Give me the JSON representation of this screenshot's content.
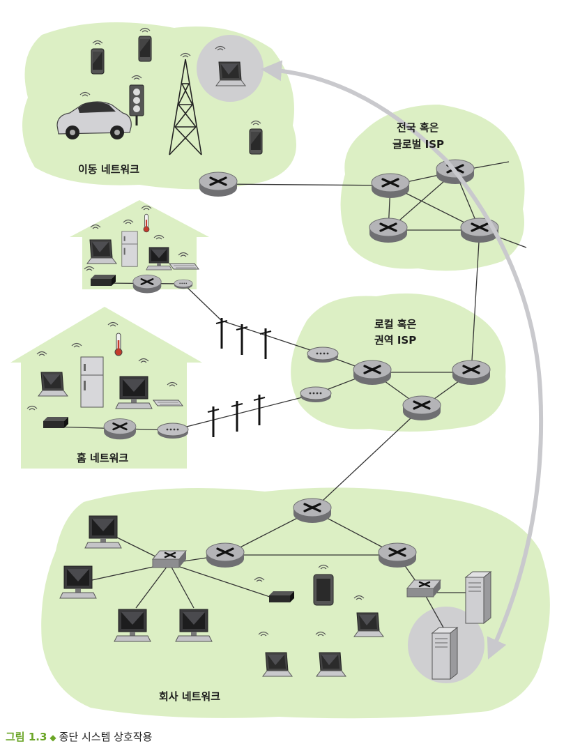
{
  "labels": {
    "mobile": "이동 네트워크",
    "global_isp_line1": "전국 혹은",
    "global_isp_line2": "글로벌 ISP",
    "local_isp_line1": "로컬 혹은",
    "local_isp_line2": "권역 ISP",
    "home": "홈 네트워크",
    "enterprise": "회사 네트워크"
  },
  "caption": {
    "figure_number": "그림 1.3",
    "title": "종단 시스템 상호작용"
  },
  "colors": {
    "region_fill": "#dcefc4",
    "highlight_circle": "#cfcfd1",
    "arrow": "#c9c9cd",
    "router_body": "#a7a7aa",
    "link": "#333333",
    "caption_accent": "#6aa526"
  },
  "icons": [
    "router-icon",
    "switch-icon",
    "laptop-icon",
    "desktop-icon",
    "smartphone-icon",
    "car-icon",
    "traffic-light-icon",
    "cell-tower-icon",
    "refrigerator-icon",
    "thermometer-icon",
    "modem-icon",
    "keyboard-icon",
    "server-icon",
    "tablet-icon",
    "utility-pole-icon",
    "wifi-signal-icon"
  ]
}
